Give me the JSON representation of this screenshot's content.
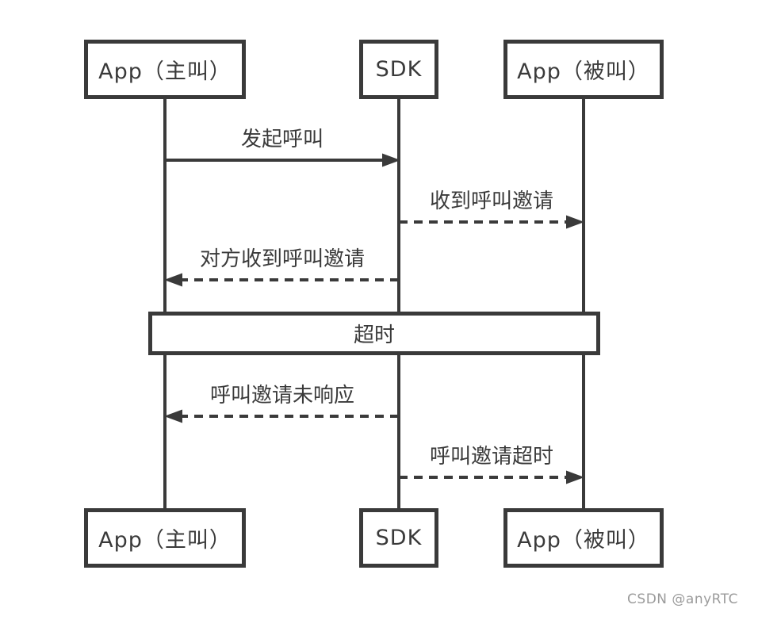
{
  "diagram": {
    "type": "sequence-diagram",
    "colors": {
      "line": "#3a3a3a",
      "text": "#3a3a3a",
      "box_fill": "#ffffff",
      "watermark": "#9b9b9b",
      "background": "#ffffff"
    },
    "actors": {
      "top": [
        {
          "label": "App（主叫）"
        },
        {
          "label": "SDK"
        },
        {
          "label": "App（被叫）"
        }
      ],
      "bottom": [
        {
          "label": "App（主叫）"
        },
        {
          "label": "SDK"
        },
        {
          "label": "App（被叫）"
        }
      ]
    },
    "messages": [
      {
        "label": "发起呼叫",
        "from": "App（主叫）",
        "to": "SDK",
        "line": "solid",
        "direction": "right"
      },
      {
        "label": "收到呼叫邀请",
        "from": "SDK",
        "to": "App（被叫）",
        "line": "dashed",
        "direction": "right"
      },
      {
        "label": "对方收到呼叫邀请",
        "from": "SDK",
        "to": "App（主叫）",
        "line": "dashed",
        "direction": "left"
      },
      {
        "label": "呼叫邀请未响应",
        "from": "SDK",
        "to": "App（主叫）",
        "line": "dashed",
        "direction": "left"
      },
      {
        "label": "呼叫邀请超时",
        "from": "SDK",
        "to": "App（被叫）",
        "line": "dashed",
        "direction": "right"
      }
    ],
    "timeout_frame": {
      "label": "超时"
    }
  },
  "watermark": {
    "text": "CSDN @anyRTC"
  }
}
